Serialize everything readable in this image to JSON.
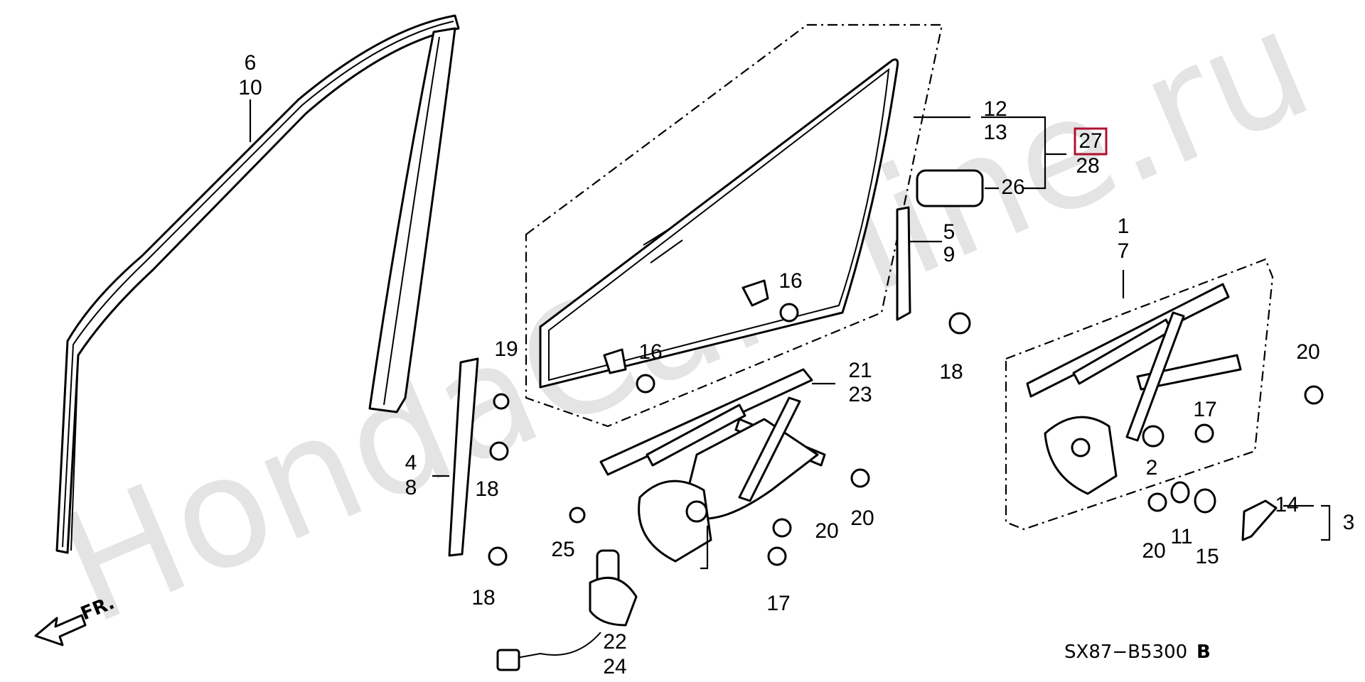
{
  "watermark": "HondaCarMine.ru",
  "direction_label": "FR.",
  "diagram_code": "SX87−B5300",
  "diagram_suffix": "B",
  "highlighted_part": "27",
  "callouts": [
    "6",
    "10",
    "12",
    "13",
    "27",
    "28",
    "26",
    "1",
    "7",
    "5",
    "9",
    "16",
    "16",
    "19",
    "21",
    "23",
    "18",
    "20",
    "17",
    "4",
    "8",
    "18",
    "2",
    "20",
    "25",
    "20",
    "14",
    "3",
    "20",
    "11",
    "15",
    "18",
    "22",
    "24",
    "17"
  ],
  "icons": {
    "front_arrow": "arrow-left-down-icon"
  }
}
